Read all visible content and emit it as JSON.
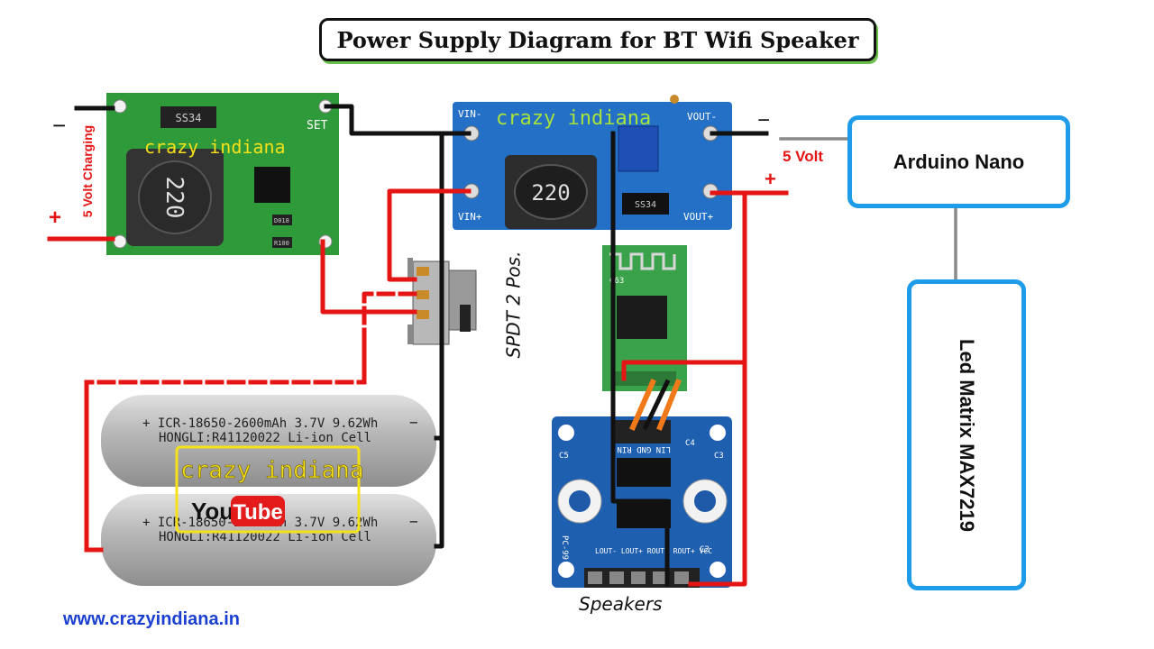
{
  "title": "Power Supply Diagram for BT Wifi Speaker",
  "blocks": {
    "arduino": "Arduino Nano",
    "led_matrix": "Led Matrix MAX7219"
  },
  "labels": {
    "charging": "5 Volt Charging",
    "five_volt": "5 Volt",
    "minus_left": "−",
    "plus_left": "+",
    "minus_right": "−",
    "plus_right": "+",
    "switch": "SPDT 2 Pos.",
    "speakers": "Speakers",
    "website": "www.crazyindiana.in"
  },
  "watermark": {
    "brand": "crazy indiana",
    "you": "You",
    "tube": "Tube"
  },
  "silkscreen": {
    "charger_inductor": "220",
    "charger_ic": "SS34",
    "charger_set": "SET",
    "charger_r1": "D018",
    "charger_r2": "R100",
    "booster_inductor": "220",
    "booster_vin_minus": "VIN-",
    "booster_vin_plus": "VIN+",
    "booster_vout_minus": "VOUT-",
    "booster_vout_plus": "VOUT+",
    "booster_ic": "SS34",
    "bt_module": "C63",
    "amp_header_top": "LIN GND RIN",
    "amp_header_bottom": "LOUT- LOUT+ ROUT- ROUT+ VCC",
    "amp_model": "PC-99",
    "amp_c4": "C4",
    "amp_c5": "C5",
    "amp_c2": "C2",
    "amp_c3": "C3"
  },
  "batteries": [
    {
      "line1": "+ ICR-18650-2600mAh 3.7V 9.62Wh",
      "line2": "HONGLI:R41120022 Li-ion Cell",
      "mark": "−"
    },
    {
      "line1": "+ ICR-18650-2600mAh 3.7V 9.62Wh",
      "line2": "HONGLI:R41120022 Li-ion Cell",
      "mark": "−"
    }
  ],
  "colors": {
    "wire_red": "#e61515",
    "wire_black": "#111111",
    "wire_orange": "#f07a1a",
    "arrow_gray": "#8a8a8a",
    "block_border": "#1e9be9",
    "charger_pcb": "#2f9a3a",
    "booster_pcb": "#2370c6",
    "amp_pcb": "#1f5fb0",
    "bt_pcb": "#3aa24a",
    "battery_gray": "#b9b9b9",
    "brand_yellow": "#f5e11a",
    "youtube_red": "#e31b1b",
    "url_blue": "#1a3fd1"
  }
}
